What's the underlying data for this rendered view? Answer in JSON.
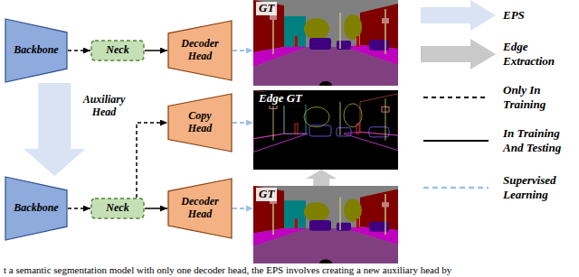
{
  "diagram": {
    "caption": "t a semantic segmentation model with only one decoder head, the EPS involves creating a new auxiliary head by",
    "nodes": [
      {
        "text": [
          "Backbone"
        ]
      },
      {
        "text": [
          "Neck"
        ]
      },
      {
        "text": [
          "Decoder Head"
        ]
      },
      {
        "text": [
          "GT"
        ]
      },
      {
        "text": [
          "Backbone"
        ]
      },
      {
        "text": [
          "Neck"
        ]
      },
      {
        "text": [
          "Copy Head"
        ]
      },
      {
        "text": [
          "Decoder Head"
        ]
      },
      {
        "text": [
          "Edge GT"
        ]
      },
      {
        "text": [
          "GT"
        ]
      }
    ],
    "edges": [
      {
        "from": 0,
        "to": 1,
        "arrow": "to"
      },
      {
        "from": 1,
        "to": 2,
        "arrow": "to"
      },
      {
        "from": 2,
        "to": 3,
        "arrow": "to"
      },
      {
        "from": 4,
        "to": 5,
        "arrow": "to"
      },
      {
        "from": 5,
        "to": 6,
        "label": "Auxiliary Head",
        "arrow": "to"
      },
      {
        "from": 6,
        "to": 8,
        "arrow": "to"
      },
      {
        "from": 5,
        "to": 7,
        "arrow": "to"
      },
      {
        "from": 7,
        "to": 9,
        "arrow": "to"
      },
      {
        "from": 9,
        "to": 8,
        "arrow": "to"
      },
      {
        "from": 0,
        "to": 4,
        "arrow": "to"
      }
    ],
    "legend": [
      {
        "text": "EPS",
        "color": "#dae3f3"
      },
      {
        "text": "Edge Extraction",
        "color": "#c9c9c9"
      },
      {
        "text": "Only In Training"
      },
      {
        "text": "In Training And Testing"
      },
      {
        "text": "Supervised Learning"
      }
    ]
  }
}
